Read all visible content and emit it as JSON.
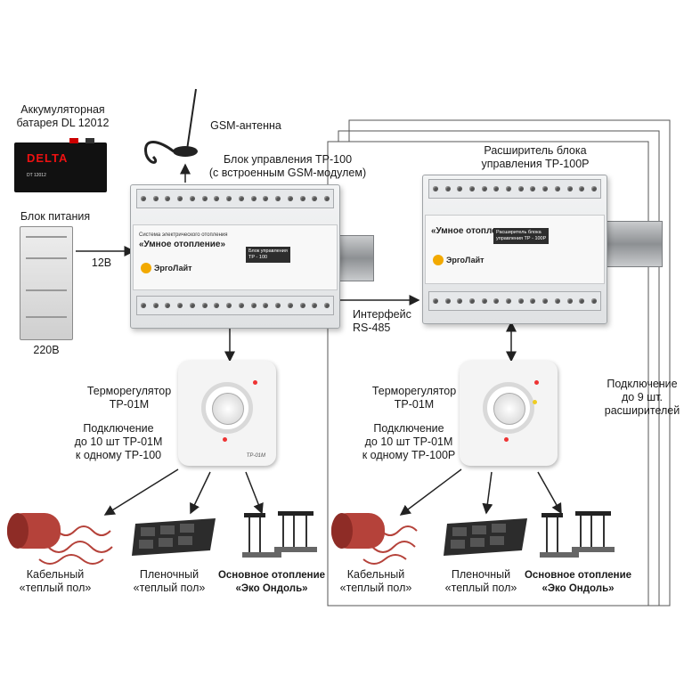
{
  "labels": {
    "battery": [
      "Аккумуляторная",
      "батарея DL 12012"
    ],
    "power_supply": "Блок питания",
    "gsm_antenna": "GSM-антенна",
    "control_unit": [
      "Блок управления ТР-100",
      "(с встроенным GSM-модулем)"
    ],
    "expander": [
      "Расширитель блока",
      "управления ТР-100Р"
    ],
    "v12": "12В",
    "v220": "220В",
    "interface": [
      "Интерфейс",
      "RS-485"
    ],
    "thermostat_left": [
      "Терморегулятор",
      "ТР-01М"
    ],
    "thermostat_right": [
      "Терморегулятор",
      "ТР-01М"
    ],
    "connection_left": [
      "Подключение",
      "до 10 шт ТР-01М",
      "к одному ТР-100"
    ],
    "connection_right": [
      "Подключение",
      "до 10 шт ТР-01М",
      "к одному ТР-100Р"
    ],
    "expanders_max": [
      "Подключение",
      "до 9 шт.",
      "расширителей"
    ],
    "cable_floor_left": [
      "Кабельный",
      "«теплый пол»"
    ],
    "film_floor_left": [
      "Пленочный",
      "«теплый пол»"
    ],
    "main_heating_left": [
      "Основное отопление",
      "«Эко Ондоль»"
    ],
    "cable_floor_right": [
      "Кабельный",
      "«теплый пол»"
    ],
    "film_floor_right": [
      "Пленочный",
      "«теплый пол»"
    ],
    "main_heating_right": [
      "Основное отопление",
      "«Эко Ондоль»"
    ]
  },
  "devices": {
    "battery_brand": "DELTA",
    "battery_model": "DT 12012",
    "control_face_title": "Система электрического отопления",
    "control_face_big": "«Умное отопление»",
    "control_tag": [
      "Блок управления",
      "ТР - 100"
    ],
    "expander_face_big": "«Умное отопление»",
    "expander_tag": [
      "Расширитель блока",
      "управления ТР - 100Р"
    ],
    "logo_text": "ЭргоЛайт",
    "thermo_brand": "TP-01M"
  },
  "colors": {
    "accent": "#f2a900",
    "cable": "#b5423a",
    "arrow": "#222222"
  }
}
